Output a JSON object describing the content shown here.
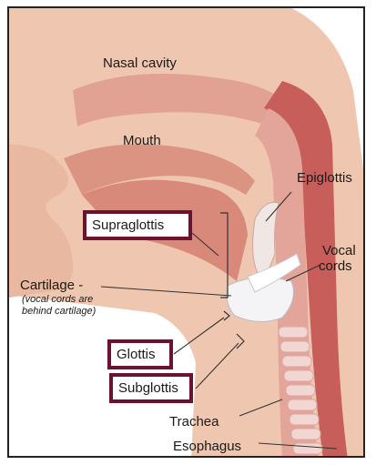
{
  "labels": {
    "nasal_cavity": "Nasal cavity",
    "mouth": "Mouth",
    "epiglottis": "Epiglottis",
    "vocal_cords_1": "Vocal",
    "vocal_cords_2": "cords",
    "cartilage": "Cartilage -",
    "cartilage_note_1": "(vocal cords are",
    "cartilage_note_2": "behind cartilage)",
    "trachea": "Trachea",
    "esophagus": "Esophagus"
  },
  "highlighted_regions": {
    "supraglottis": "Supraglottis",
    "glottis": "Glottis",
    "subglottis": "Subglottis"
  },
  "colors": {
    "skin": "#eac0a8",
    "tissue": "#d98f86",
    "throat_wall": "#c85e5a",
    "cartilage": "#f3f3f3",
    "box_border": "#6b1230"
  }
}
